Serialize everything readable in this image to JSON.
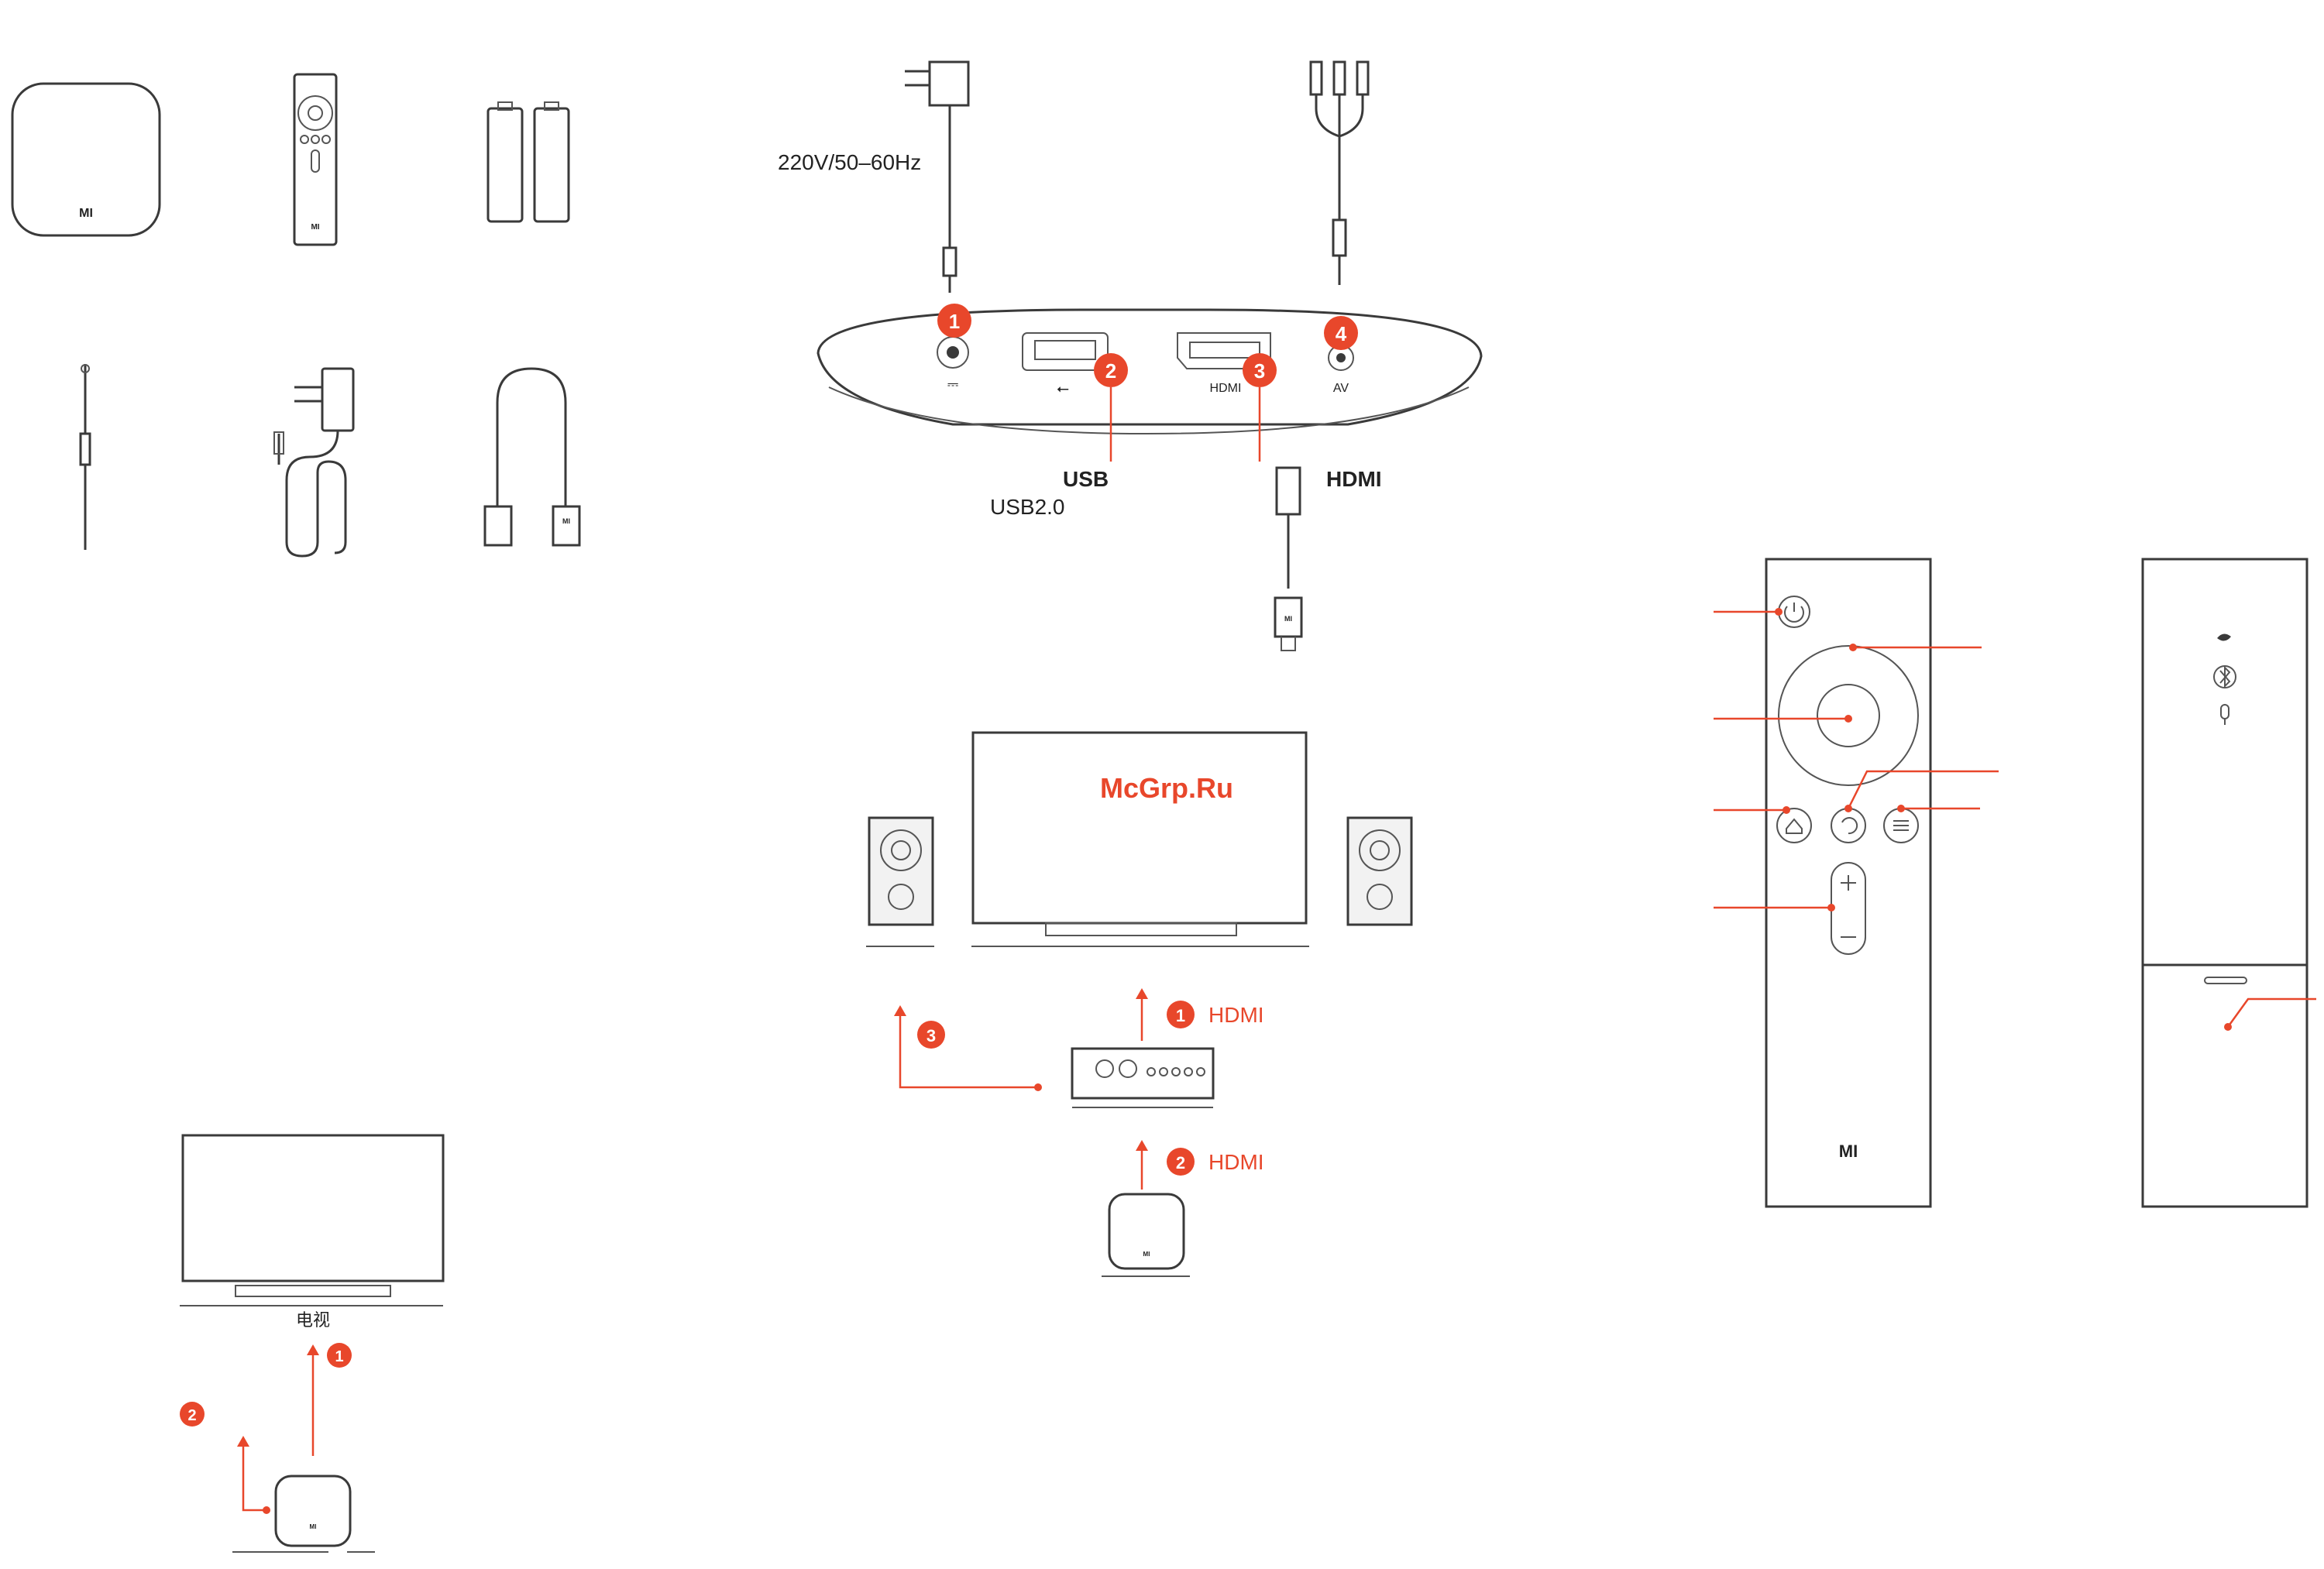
{
  "accent_color": "#e8472b",
  "power": {
    "spec": "220V/50–60Hz"
  },
  "ports": {
    "usb_title": "USB",
    "usb_sub": "USB2.0",
    "hdmi_title": "HDMI",
    "hdmi_port_label": "HDMI",
    "av_port_label": "AV",
    "dc_port_symbol": "⎓",
    "usb_port_symbol": "⭠"
  },
  "badges": {
    "one": "1",
    "two": "2",
    "three": "3",
    "four": "4"
  },
  "watermark": "McGrp.Ru",
  "audio_setup": {
    "hdmi_a": "HDMI",
    "hdmi_b": "HDMI"
  },
  "tv_setup": {
    "tv_label": "电视"
  },
  "branding": {
    "logo": "MI"
  },
  "icons": [
    "power-icon",
    "home-icon",
    "back-icon",
    "menu-icon",
    "volume-up-icon",
    "volume-down-icon",
    "bluetooth-icon",
    "microphone-icon",
    "leaf-icon"
  ]
}
